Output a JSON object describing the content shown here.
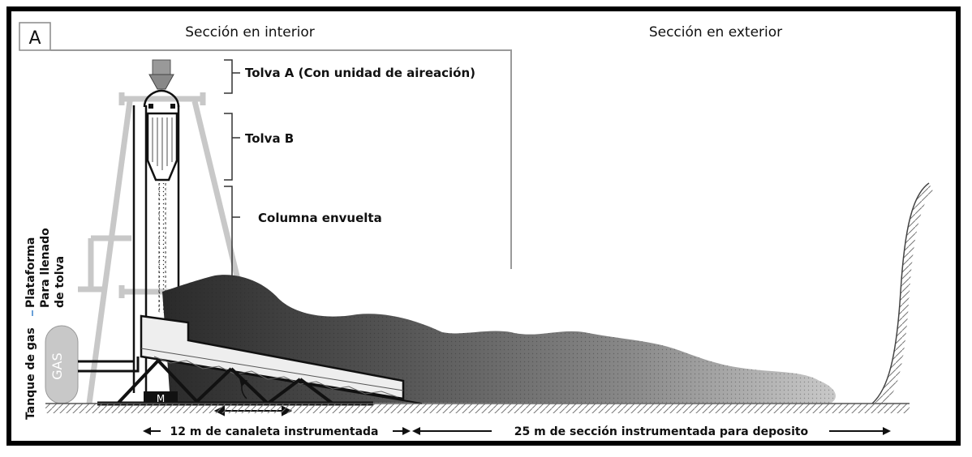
{
  "panel_letter": "A",
  "sections": {
    "interior": "Sección en interior",
    "exterior": "Sección en exterior"
  },
  "labels": {
    "tolva_a": "Tolva A (Con unidad de aireación)",
    "tolva_b": "Tolva B",
    "columna": "Columna envuelta",
    "plataforma_line1": "Plataforma",
    "plataforma_line2": "Para llenado",
    "plataforma_line3": "de tolva",
    "tanque": "Tanque de gas",
    "gas": "GAS",
    "motor": "M"
  },
  "dimensions": {
    "canaleta": "12 m  de  canaleta instrumentada",
    "seccion": "25 m de  sección instrumentada para deposito"
  },
  "colors": {
    "frame": "#000000",
    "structure": "#c8c8c8",
    "deposit_dark": "#3a3a3a",
    "deposit_light": "#d2d2d2"
  }
}
